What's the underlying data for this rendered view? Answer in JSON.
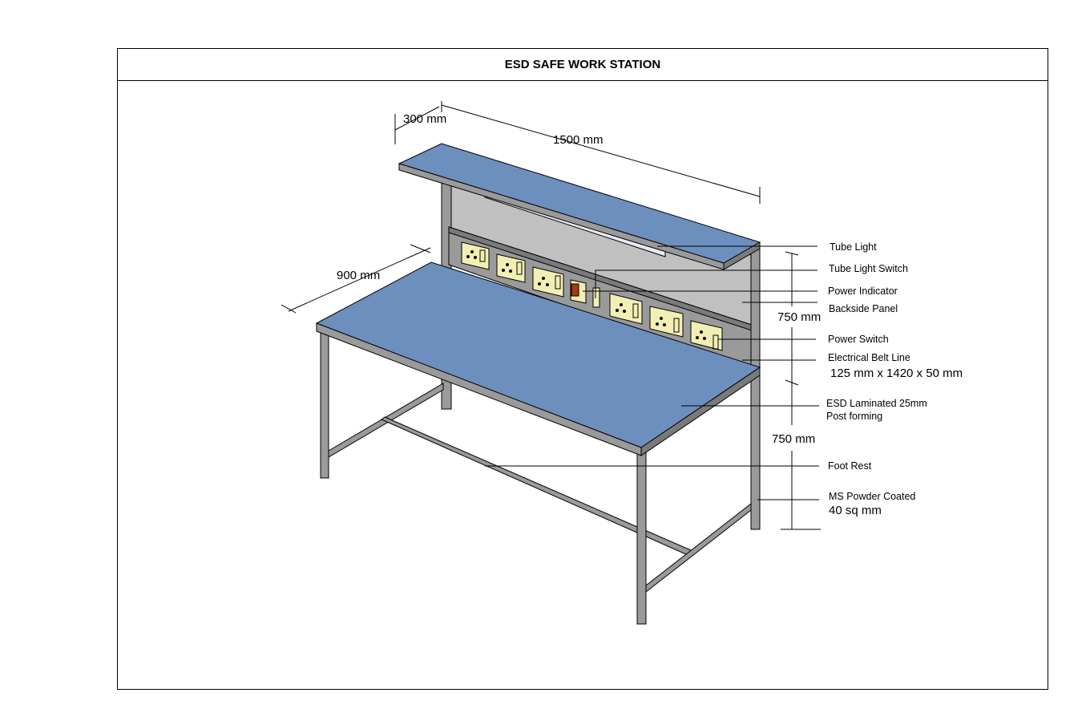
{
  "title": "ESD SAFE WORK STATION",
  "dimensions": {
    "shelf_depth": "300 mm",
    "shelf_length": "1500 mm",
    "table_depth": "900 mm",
    "upper_height": "750 mm",
    "lower_height": "750 mm"
  },
  "labels": {
    "tube_light": "Tube Light",
    "tube_light_switch": "Tube Light Switch",
    "power_indicator": "Power Indicator",
    "backside_panel": "Backside Panel",
    "power_switch": "Power Switch",
    "electrical_belt_line": "Electrical Belt Line",
    "belt_size": "125 mm x 1420 x 50 mm",
    "esd_laminated": "ESD Laminated 25mm",
    "post_forming": "Post forming",
    "foot_rest": "Foot Rest",
    "ms_powder_coated": "MS Powder Coated",
    "frame_size": "40 sq mm"
  },
  "colors": {
    "top_blue": "#6d8fbe",
    "panel_grey": "#c0c0c0",
    "frame_grey": "#9a9a9a",
    "socket_cream": "#f3efb4",
    "indicator_red": "#a83a10"
  }
}
